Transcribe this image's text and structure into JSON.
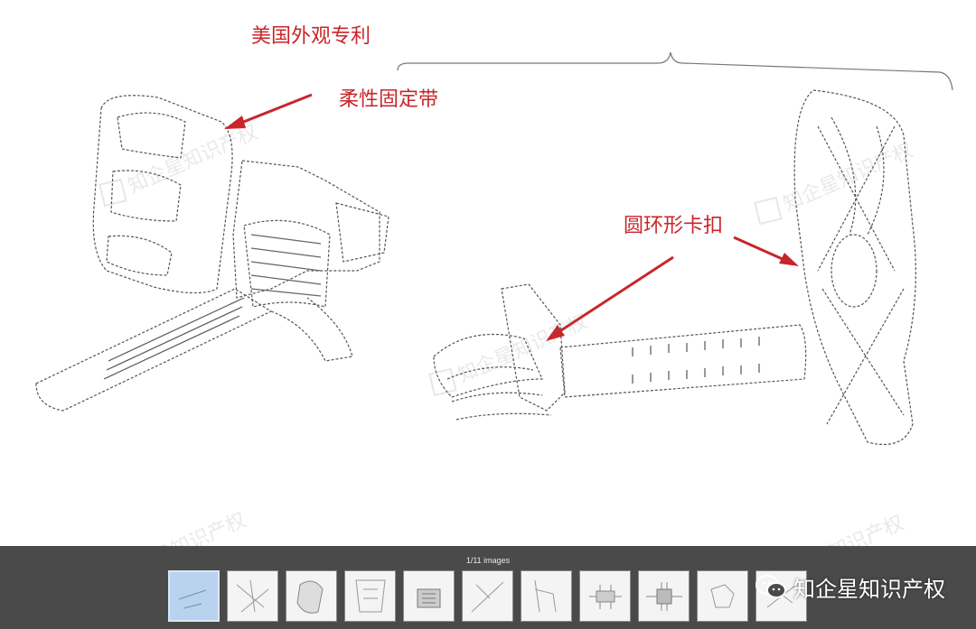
{
  "annotations": {
    "title": "美国外观专利",
    "strap": "柔性固定带",
    "ring_clip": "圆环形卡扣"
  },
  "watermark": {
    "text": "知企星知识产权"
  },
  "viewer": {
    "counter": "1/11 images",
    "thumbnails": [
      {
        "active": true
      },
      {
        "active": false
      },
      {
        "active": false
      },
      {
        "active": false
      },
      {
        "active": false
      },
      {
        "active": false
      },
      {
        "active": false
      },
      {
        "active": false
      },
      {
        "active": false
      },
      {
        "active": false
      },
      {
        "active": false
      }
    ]
  },
  "brand": {
    "name": "知企星知识产权",
    "icon": "wechat-icon"
  },
  "colors": {
    "annotation_red": "#c8262b",
    "bar_bg": "#4a4a4a"
  }
}
